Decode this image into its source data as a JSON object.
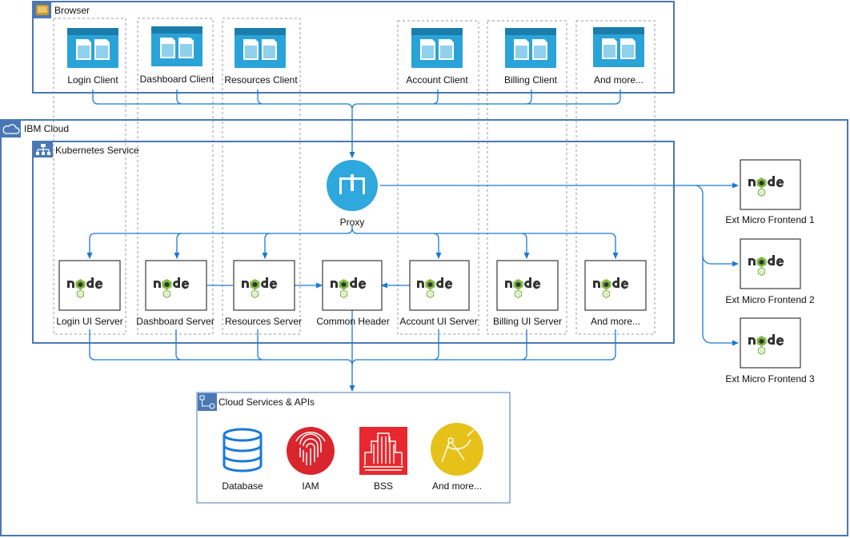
{
  "browser": {
    "title": "Browser",
    "clients": [
      "Login Client",
      "Dashboard Client",
      "Resources Client",
      "Account Client",
      "Billing Client",
      "And more..."
    ]
  },
  "ibm_cloud": {
    "title": "IBM Cloud"
  },
  "kubernetes": {
    "title": "Kubernetes Service",
    "proxy_label": "Proxy",
    "servers": [
      "Login UI Server",
      "Dashboard Server",
      "Resources Server",
      "Common Header",
      "Account UI Server",
      "Billing UI Server",
      "And more..."
    ]
  },
  "external": {
    "items": [
      "Ext Micro Frontend 1",
      "Ext Micro Frontend 2",
      "Ext Micro Frontend 3"
    ]
  },
  "services": {
    "title": "Cloud Services & APIs",
    "items": [
      "Database",
      "IAM",
      "BSS",
      "And more..."
    ]
  },
  "colors": {
    "container_border": "#4a78b5",
    "arrow": "#1a79d6",
    "client_icon": "#2aa3d8",
    "client_icon_dark": "#1b7eaa",
    "proxy": "#2fa8dd",
    "iam": "#d9262e",
    "bss": "#e8282e",
    "more": "#e6c11a",
    "browser_icon": "#c8962b",
    "dashed": "#9a9a9a"
  },
  "icons": {
    "browser": "browser-window-icon",
    "cloud": "cloud-icon",
    "kubernetes": "network-tree-icon",
    "services": "api-icon",
    "proxy": "proxy-icon",
    "node": "nodejs-logo-icon"
  }
}
